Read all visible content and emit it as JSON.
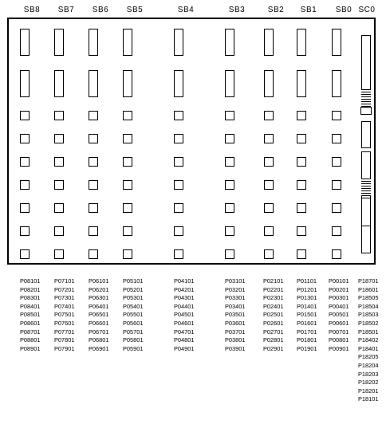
{
  "columns": [
    {
      "label": "SB8",
      "parts": [
        "P08101",
        "P08201",
        "P08301",
        "P08401",
        "P08501",
        "P08601",
        "P08701",
        "P08801",
        "P08901"
      ]
    },
    {
      "label": "SB7",
      "parts": [
        "P07101",
        "P07201",
        "P07301",
        "P07401",
        "P07501",
        "P07601",
        "P07701",
        "P07801",
        "P07901"
      ]
    },
    {
      "label": "SB6",
      "parts": [
        "P06101",
        "P06201",
        "P06301",
        "P06401",
        "P06501",
        "P06601",
        "P06701",
        "P06801",
        "P06901"
      ]
    },
    {
      "label": "SB5",
      "parts": [
        "P05101",
        "P05201",
        "P05301",
        "P05401",
        "P05501",
        "P05601",
        "P05701",
        "P05801",
        "P05901"
      ]
    },
    {
      "label": "SB4",
      "parts": [
        "P04101",
        "P04201",
        "P04301",
        "P04401",
        "P04501",
        "P04601",
        "P04701",
        "P04801",
        "P04901"
      ]
    },
    {
      "label": "SB3",
      "parts": [
        "P03101",
        "P03201",
        "P03301",
        "P03401",
        "P03501",
        "P03601",
        "P03701",
        "P03801",
        "P03901"
      ]
    },
    {
      "label": "SB2",
      "parts": [
        "P02101",
        "P02201",
        "P02301",
        "P02401",
        "P02501",
        "P02601",
        "P02701",
        "P02801",
        "P02901"
      ]
    },
    {
      "label": "SB1",
      "parts": [
        "P01101",
        "P01201",
        "P01301",
        "P01401",
        "P01501",
        "P01601",
        "P01701",
        "P01801",
        "P01901"
      ]
    },
    {
      "label": "SB0",
      "parts": [
        "P00101",
        "P00201",
        "P00301",
        "P00401",
        "P00501",
        "P00601",
        "P00701",
        "P00801",
        "P00901"
      ]
    },
    {
      "label": "SC0",
      "parts": [
        "P18701",
        "P18601",
        "P18505",
        "P18504",
        "P18503",
        "P18502",
        "P18501",
        "P18402",
        "P18401",
        "P18205",
        "P18204",
        "P18203",
        "P18202",
        "P18201",
        "P18101"
      ]
    }
  ]
}
